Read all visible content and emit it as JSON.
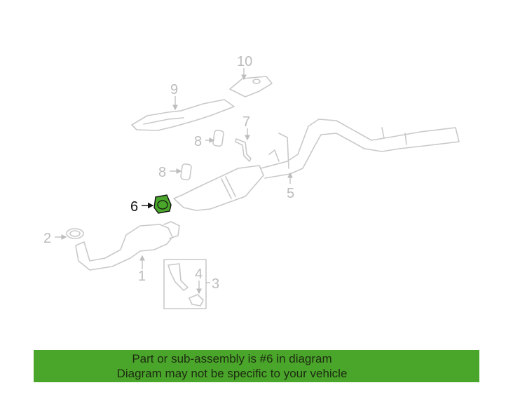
{
  "diagram": {
    "highlight_color": "#4aa62a",
    "selected_part": "6",
    "callouts": {
      "p1": "1",
      "p2": "2",
      "p3": "3",
      "p4": "4",
      "p5": "5",
      "p6": "6",
      "p7": "7",
      "p8a": "8",
      "p8b": "8",
      "p9": "9",
      "p10": "10"
    }
  },
  "banner": {
    "line1": "Part or sub-assembly is #6 in diagram",
    "line2": "Diagram may not be specific to your vehicle",
    "background": "#4aa62a"
  }
}
